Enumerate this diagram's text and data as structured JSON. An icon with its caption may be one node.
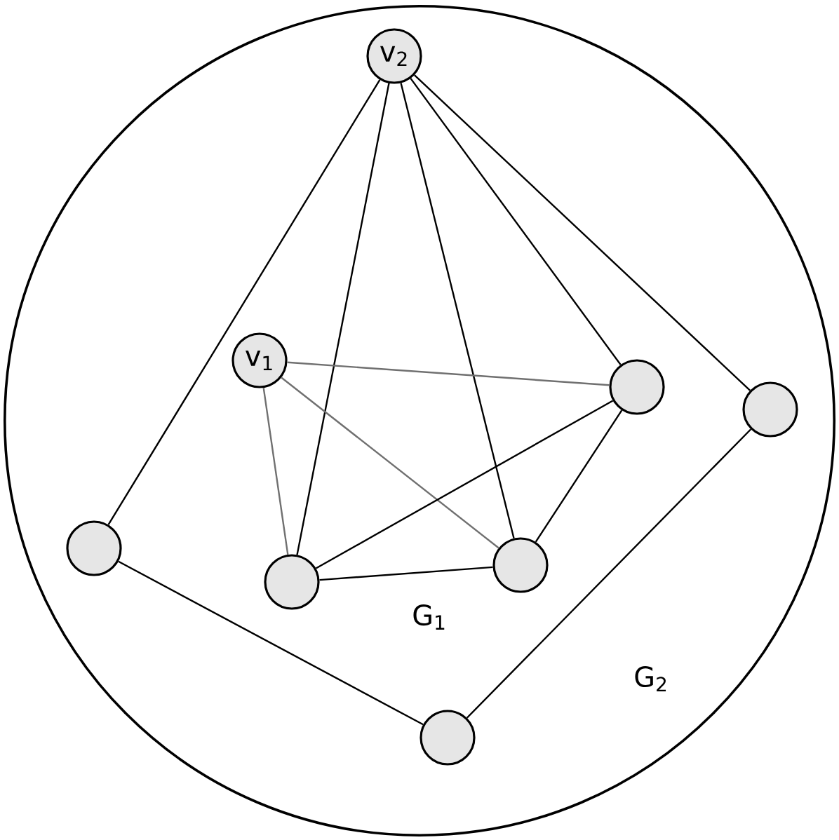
{
  "diagram": {
    "nodes": [
      {
        "text": [],
        "shape": "circle"
      },
      {
        "text": [
          "v$_{2}$"
        ],
        "in": 0
      },
      {
        "text": [
          "v$_{1}$"
        ],
        "in": 0
      },
      {
        "text": [],
        "shape": "circle",
        "in": 0
      },
      {
        "text": [],
        "shape": "circle",
        "in": 0
      },
      {
        "text": [],
        "shape": "circle",
        "in": 0
      },
      {
        "text": [],
        "shape": "circle",
        "in": 0
      },
      {
        "text": [],
        "shape": "circle",
        "in": 0
      },
      {
        "text": [],
        "shape": "circle",
        "in": 0
      }
    ],
    "edges": [
      {
        "from": 1,
        "to": 5,
        "arrow": "none"
      },
      {
        "from": 1,
        "to": 7,
        "arrow": "none"
      },
      {
        "from": 1,
        "to": 6,
        "arrow": "none"
      },
      {
        "from": 1,
        "to": 3,
        "arrow": "none"
      },
      {
        "from": 1,
        "to": 4,
        "arrow": "none"
      },
      {
        "from": 2,
        "to": 3,
        "arrow": "none",
        "color": "#707070"
      },
      {
        "from": 2,
        "to": 7,
        "arrow": "none",
        "color": "#707070"
      },
      {
        "from": 2,
        "to": 6,
        "arrow": "none",
        "color": "#707070"
      },
      {
        "from": 7,
        "to": 3,
        "arrow": "none"
      },
      {
        "from": 7,
        "to": 6,
        "arrow": "none"
      },
      {
        "from": 6,
        "to": 3,
        "arrow": "none"
      },
      {
        "from": 5,
        "to": 8,
        "arrow": "none"
      },
      {
        "from": 8,
        "to": 4,
        "arrow": "none"
      }
    ],
    "labels": [
      "G$_{1}$",
      "G$_{2}$"
    ]
  }
}
